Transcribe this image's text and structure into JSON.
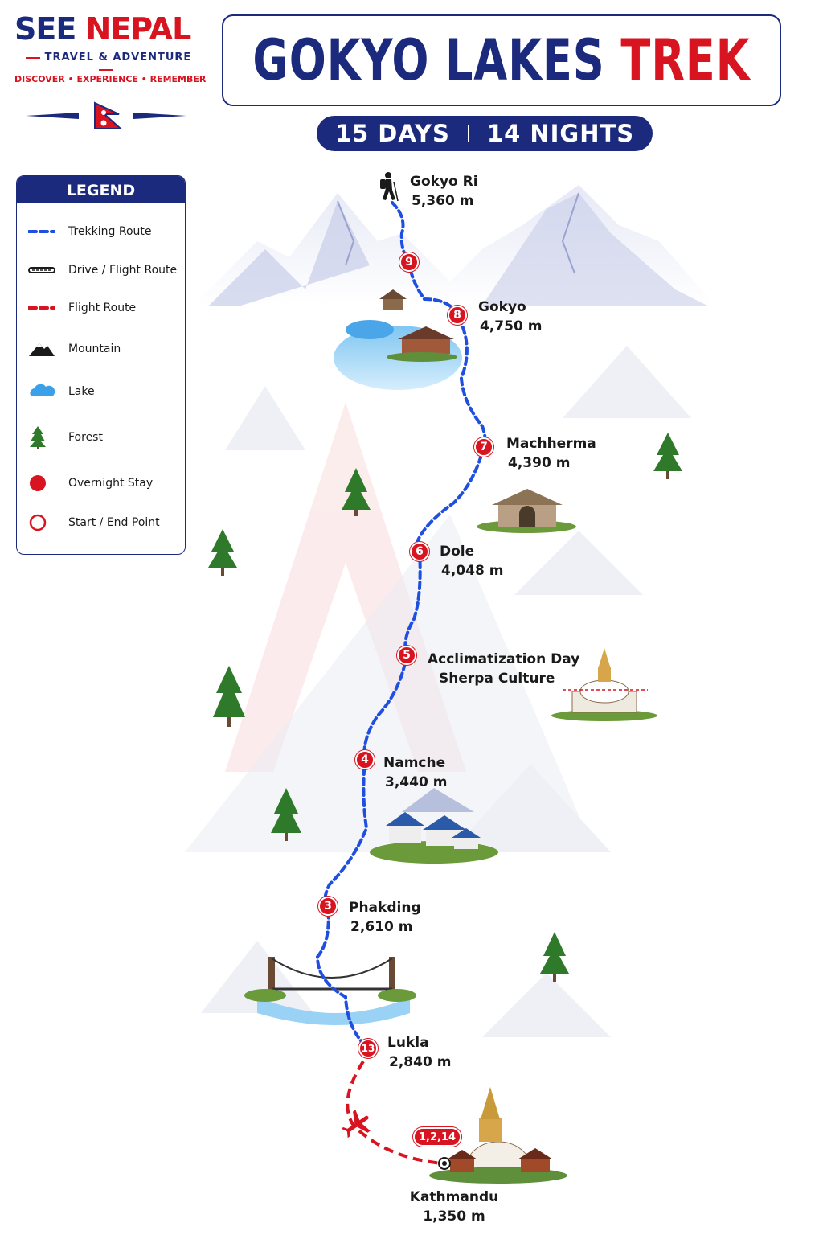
{
  "logo": {
    "see": "SEE",
    "nepal": "NEPAL",
    "tagline": "TRAVEL & ADVENTURE",
    "slogan": "DISCOVER • EXPERIENCE • REMEMBER"
  },
  "title": {
    "main": "GOKYO LAKES",
    "accent": "TREK"
  },
  "duration": {
    "days": "15 DAYS",
    "nights": "14 NIGHTS"
  },
  "legend": {
    "heading": "LEGEND",
    "items": [
      {
        "icon": "trekking-route",
        "label": "Trekking Route"
      },
      {
        "icon": "drive-flight-route",
        "label": "Drive / Flight Route"
      },
      {
        "icon": "flight-route",
        "label": "Flight Route"
      },
      {
        "icon": "mountain-icon",
        "label": "Mountain"
      },
      {
        "icon": "lake-icon",
        "label": "Lake"
      },
      {
        "icon": "forest-icon",
        "label": "Forest"
      },
      {
        "icon": "overnight-stay-icon",
        "label": "Overnight Stay"
      },
      {
        "icon": "start-end-point-icon",
        "label": "Start / End Point"
      }
    ]
  },
  "colors": {
    "navy": "#1c2a7e",
    "red": "#d7141f",
    "trek_route": "#1f4fe0",
    "flight_route": "#d7141f"
  },
  "stops": [
    {
      "badge": "9",
      "name": "Gokyo Ri",
      "altitude": "5,360 m",
      "marker": "hiker-icon"
    },
    {
      "badge": "9",
      "name": "",
      "altitude": ""
    },
    {
      "badge": "8",
      "name": "Gokyo",
      "altitude": "4,750 m"
    },
    {
      "badge": "7",
      "name": "Machherma",
      "altitude": "4,390 m"
    },
    {
      "badge": "6",
      "name": "Dole",
      "altitude": "4,048 m"
    },
    {
      "badge": "5",
      "name": "Acclimatization Day",
      "altitude": "Sherpa Culture"
    },
    {
      "badge": "4",
      "name": "Namche",
      "altitude": "3,440 m"
    },
    {
      "badge": "3",
      "name": "Phakding",
      "altitude": "2,610 m"
    },
    {
      "badge": "13",
      "name": "Lukla",
      "altitude": "2,840 m"
    },
    {
      "badge": "1,2,14",
      "name": "Kathmandu",
      "altitude": "1,350 m"
    }
  ]
}
